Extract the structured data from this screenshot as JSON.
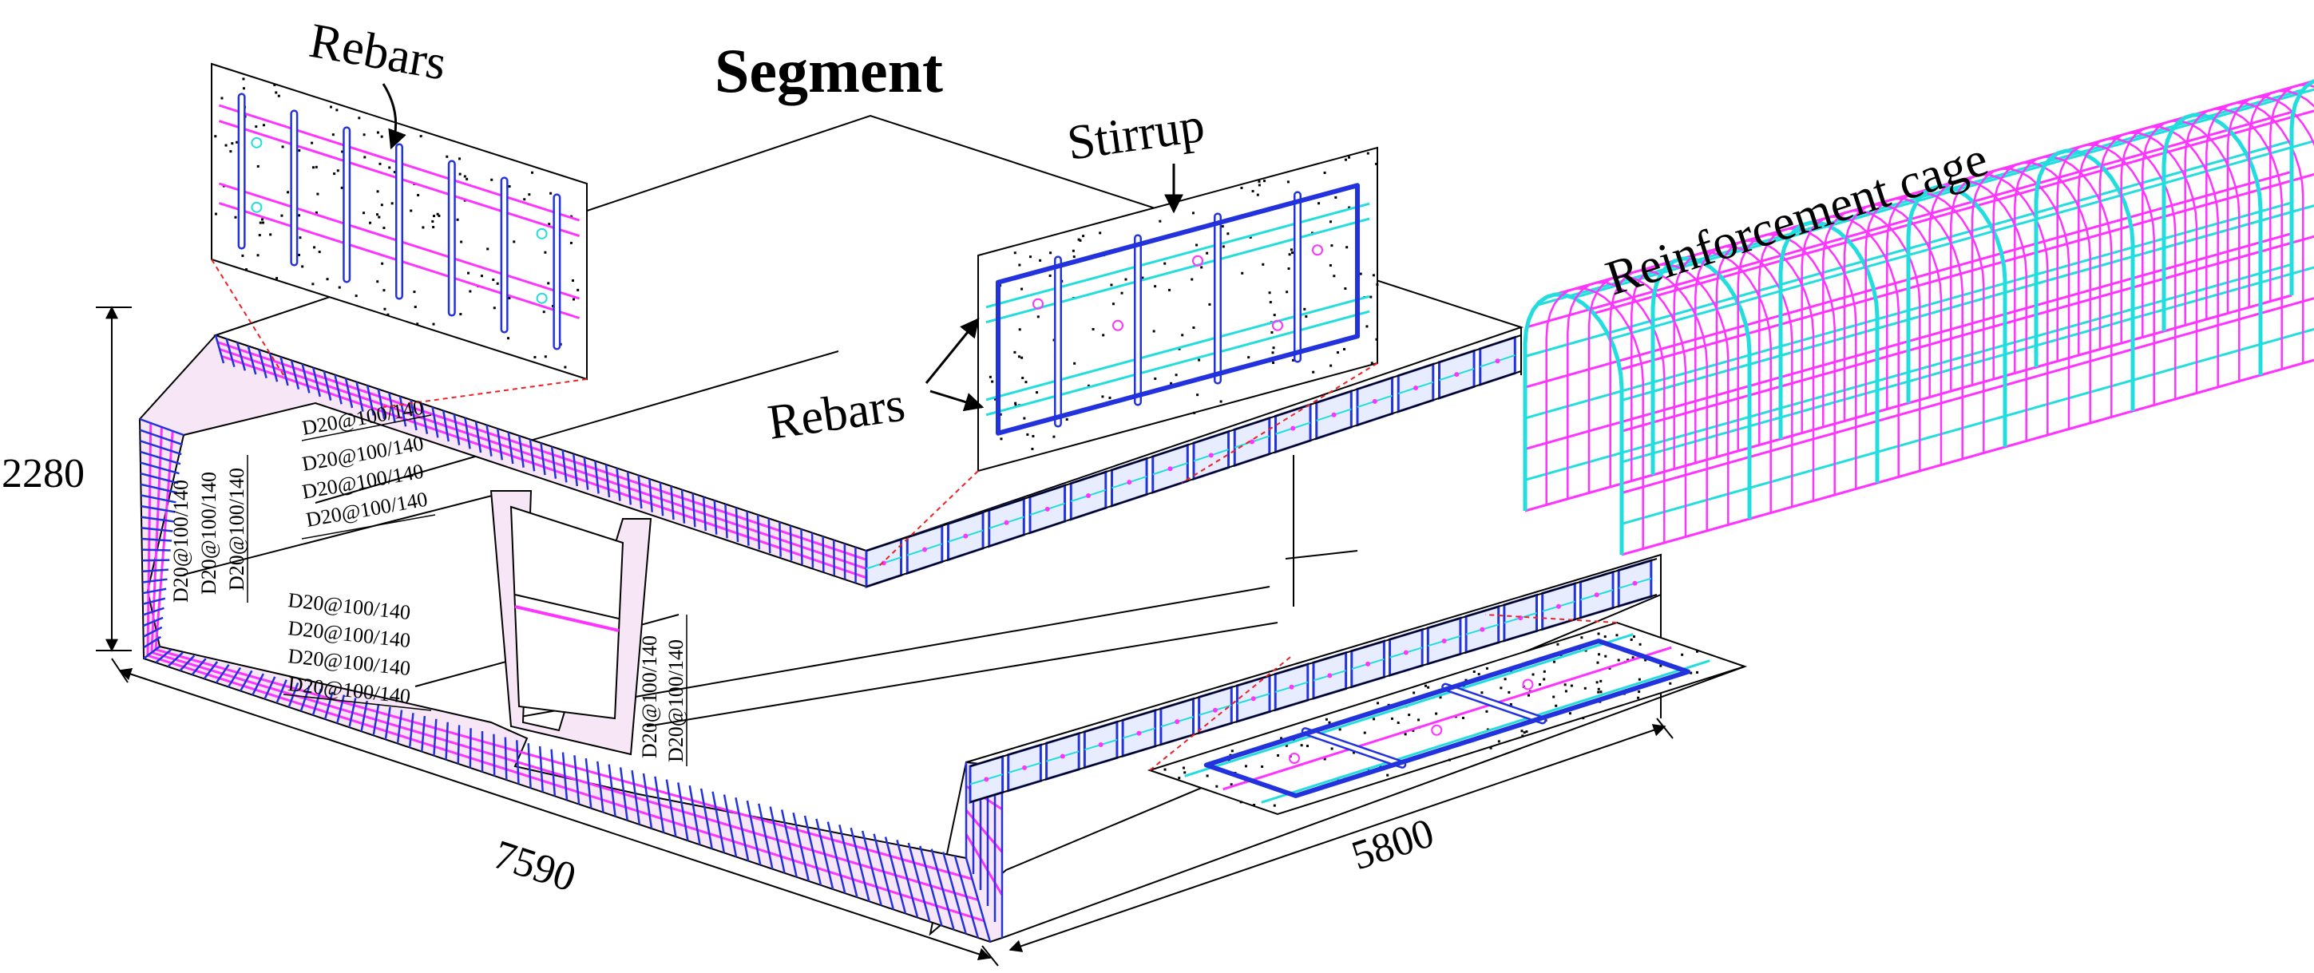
{
  "title": "Segment",
  "labels": {
    "rebars_top": "Rebars",
    "stirrup": "Stirrup",
    "rebars_mid": "Rebars",
    "reinforcement_cage": "Reinforcement cage"
  },
  "dimensions": {
    "height": "2280",
    "width": "7590",
    "length": "5800"
  },
  "specs": {
    "top_slab": [
      "D20@100/140",
      "D20@100/140",
      "D20@100/140",
      "D20@100/140"
    ],
    "left_wall": [
      "D20@100/140",
      "D20@100/140",
      "D20@100/140"
    ],
    "bottom_slab": [
      "D20@100/140",
      "D20@100/140",
      "D20@100/140",
      "D20@100/140"
    ],
    "inner_wall": [
      "D20@100/140",
      "D20@100/140"
    ]
  },
  "colors": {
    "rebar_magenta": "#ff33ff",
    "rebar_blue": "#2233dd",
    "rebar_cyan": "#22dddd",
    "leader_red": "#ee2222",
    "line": "#000000"
  }
}
